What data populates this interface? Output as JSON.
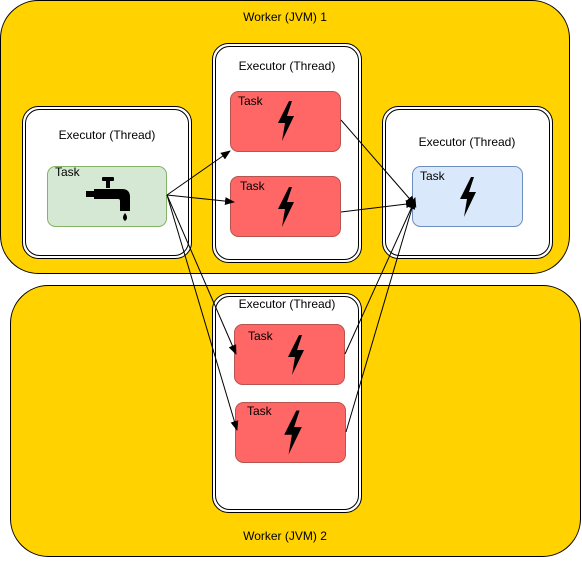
{
  "workers": [
    {
      "label": "Worker (JVM) 1"
    },
    {
      "label": "Worker (JVM) 2"
    }
  ],
  "executors": [
    {
      "label": "Executor (Thread)"
    },
    {
      "label": "Executor (Thread)"
    },
    {
      "label": "Executor (Thread)"
    },
    {
      "label": "Executor (Thread)"
    }
  ],
  "tasks": [
    {
      "label": "Task",
      "kind": "spout",
      "icon": "faucet-icon"
    },
    {
      "label": "Task",
      "kind": "bolt",
      "icon": "lightning-bolt-icon"
    },
    {
      "label": "Task",
      "kind": "bolt",
      "icon": "lightning-bolt-icon"
    },
    {
      "label": "Task",
      "kind": "bolt",
      "icon": "lightning-bolt-icon"
    },
    {
      "label": "Task",
      "kind": "bolt",
      "icon": "lightning-bolt-icon"
    },
    {
      "label": "Task",
      "kind": "bolt",
      "icon": "lightning-bolt-icon"
    }
  ],
  "colors": {
    "worker_fill": "#FFD200",
    "worker_stroke": "#000000",
    "executor_fill": "#FFFFFF",
    "spout_fill": "#D5E8D4",
    "spout_stroke": "#82B366",
    "bolt_fill": "#FF6666",
    "bolt_stroke": "#B85450",
    "sink_fill": "#DAE8FC",
    "sink_stroke": "#6C8EBF"
  }
}
